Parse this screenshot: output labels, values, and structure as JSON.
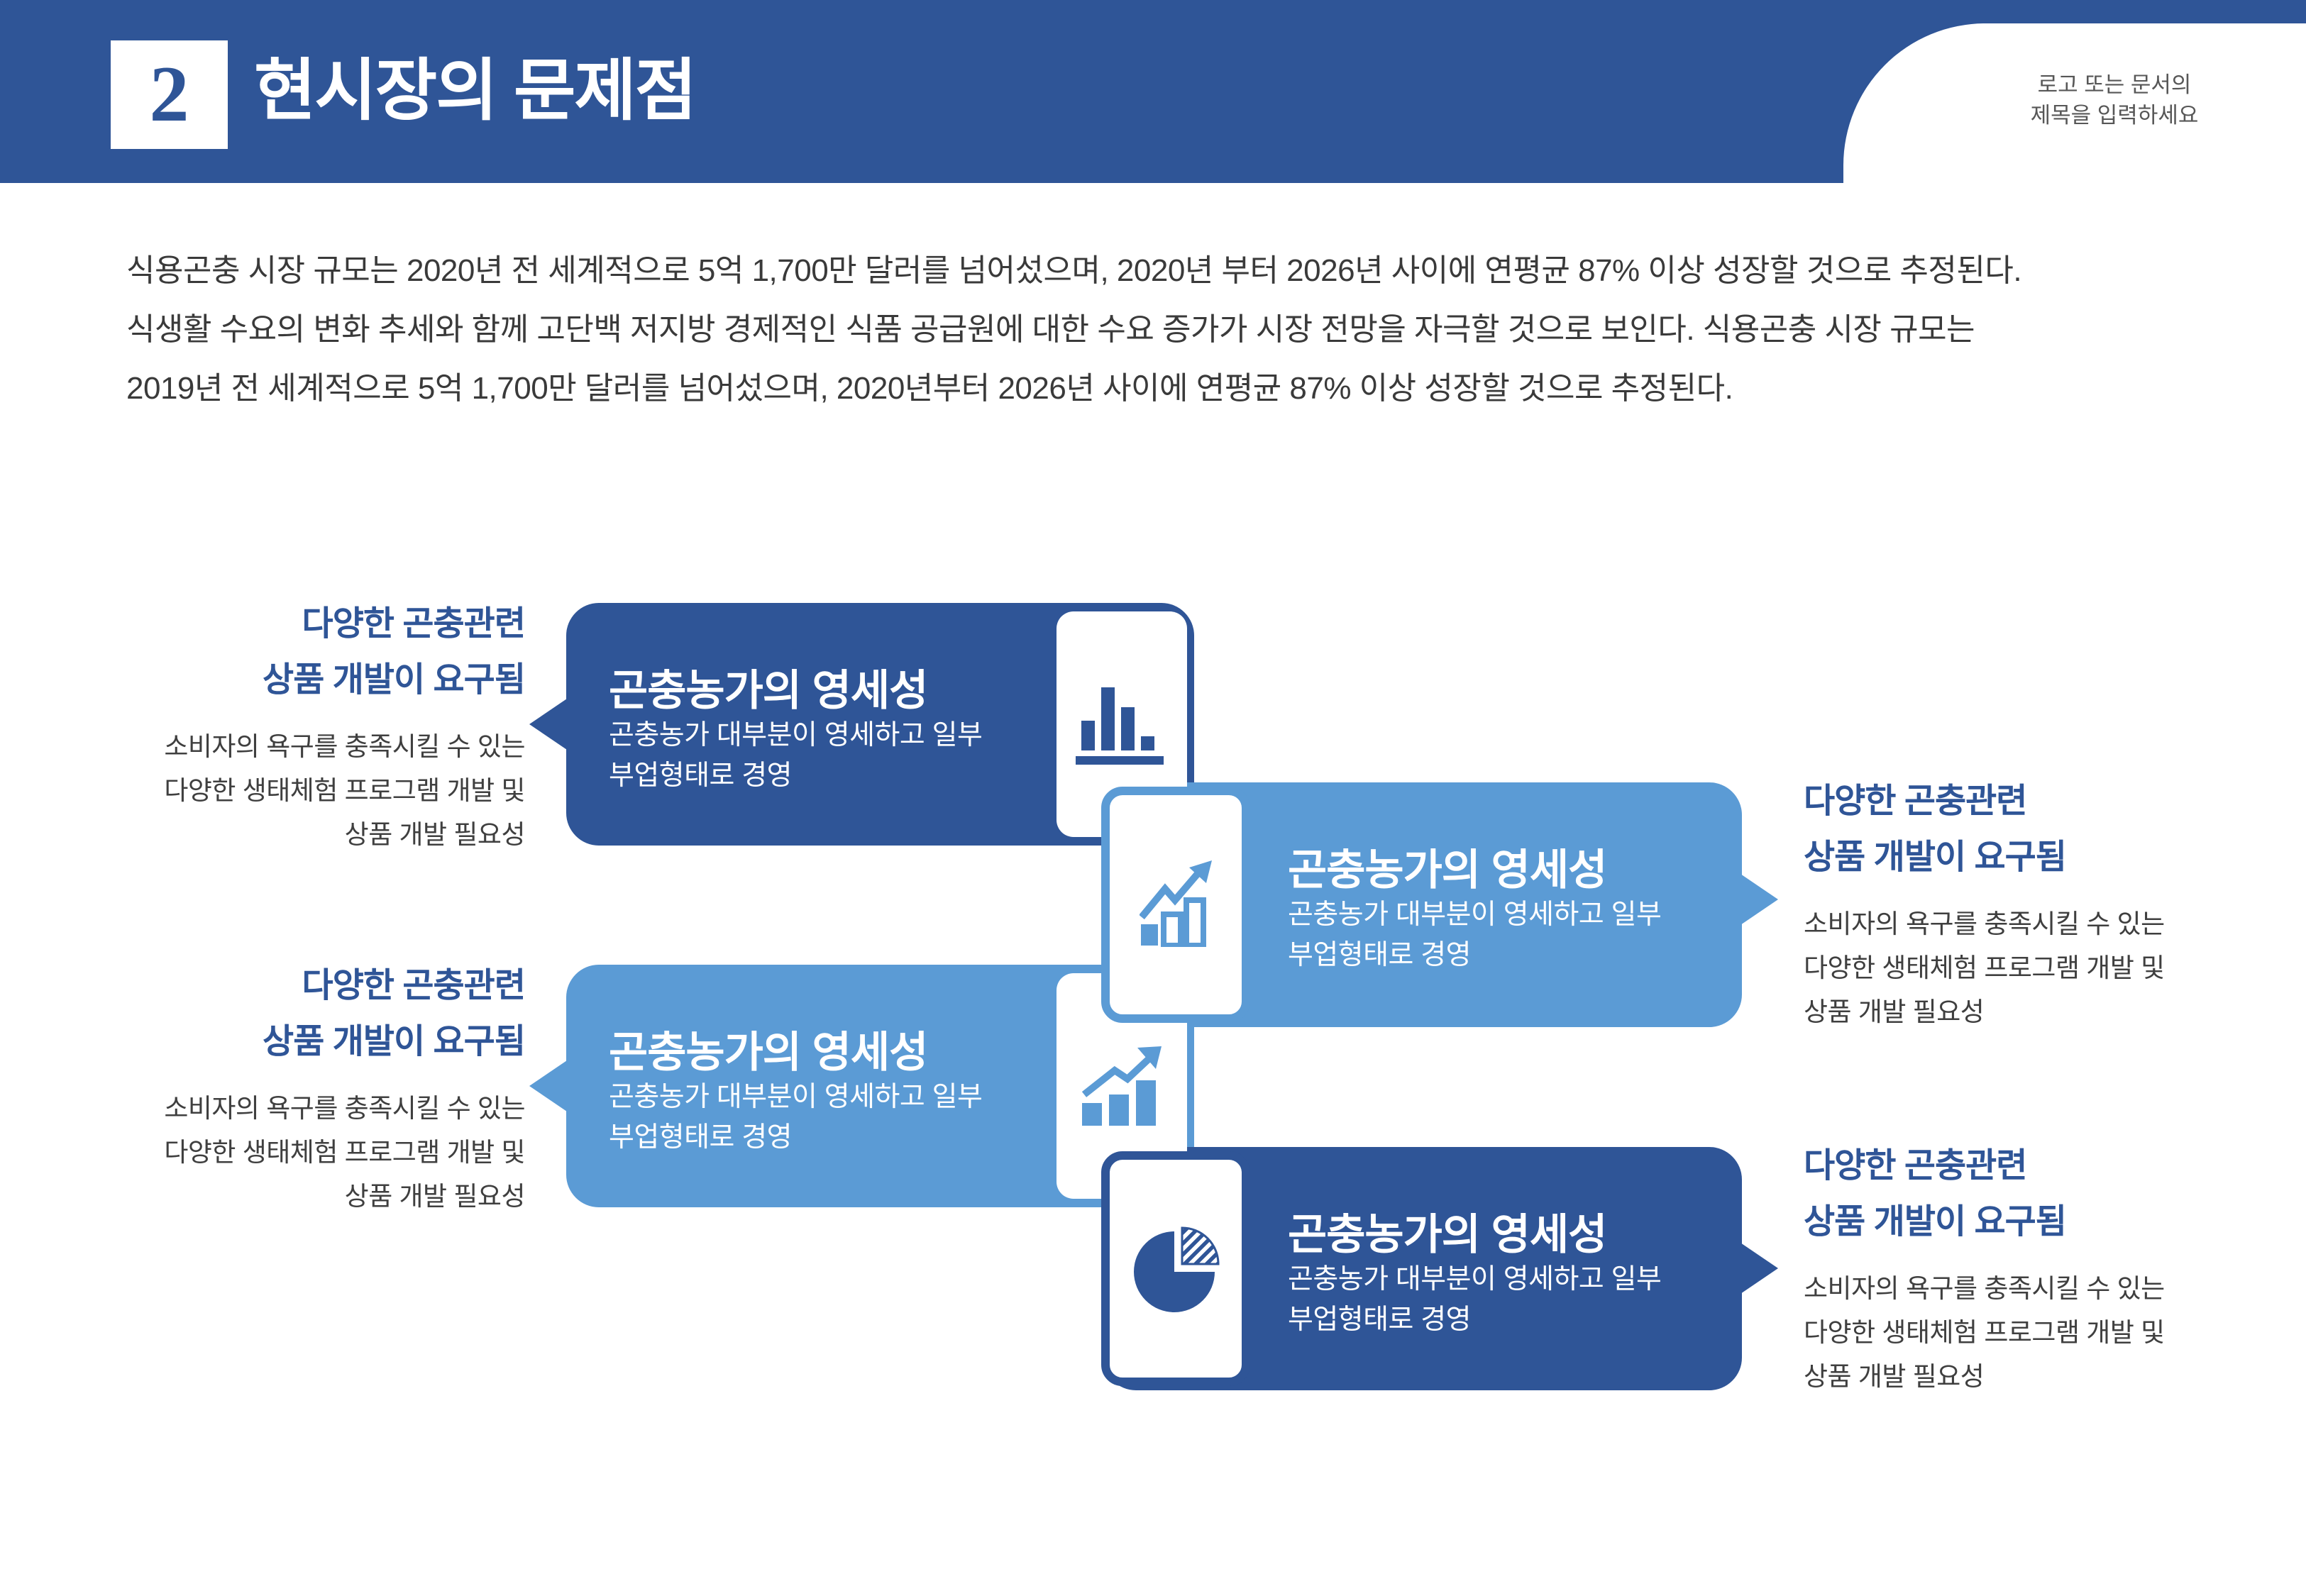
{
  "page": {
    "number": "2",
    "title": "현시장의 문제점",
    "logo_note": "로고 또는 문서의\n제목을 입력하세요"
  },
  "colors": {
    "dark_blue": "#2F5597",
    "light_blue": "#5B9BD5",
    "body_text": "#3a3a3a",
    "note_text": "#3f3f3f",
    "logo_note_text": "#575757"
  },
  "intro": {
    "line1": "식용곤충 시장 규모는 2020년 전 세계적으로 5억 1,700만 달러를 넘어섰으며, 2020년 부터 2026년 사이에 연평균 87% 이상 성장할 것으로 추정된다.",
    "line2": "식생활 수요의 변화 추세와 함께 고단백 저지방 경제적인 식품 공급원에 대한 수요 증가가 시장 전망을 자극할 것으로 보인다. 식용곤충 시장 규모는",
    "line3": "2019년 전 세계적으로 5억 1,700만 달러를 넘어섰으며, 2020년부터 2026년 사이에 연평균 87% 이상 성장할 것으로 추정된다."
  },
  "callouts": [
    {
      "theme": "dark",
      "icon": "bar-chart-icon",
      "title": "곤충농가의 영세성",
      "desc": "곤충농가 대부분이 영세하고 일부\n부업형태로 경영",
      "note_side": "left",
      "note_title": "다양한 곤충관련\n상품 개발이 요구됨",
      "note_body": "소비자의 욕구를 충족시킬 수 있는\n다양한 생태체험 프로그램 개발 및\n상품 개발 필요성"
    },
    {
      "theme": "light",
      "icon": "line-growth-arrow-icon",
      "title": "곤충농가의 영세성",
      "desc": "곤충농가 대부분이 영세하고 일부\n부업형태로 경영",
      "note_side": "right",
      "note_title": "다양한 곤충관련\n상품 개발이 요구됨",
      "note_body": "소비자의 욕구를 충족시킬 수 있는\n다양한 생태체험 프로그램 개발 및\n상품 개발 필요성"
    },
    {
      "theme": "light",
      "icon": "bar-growth-arrow-icon",
      "title": "곤충농가의 영세성",
      "desc": "곤충농가 대부분이 영세하고 일부\n부업형태로 경영",
      "note_side": "left",
      "note_title": "다양한 곤충관련\n상품 개발이 요구됨",
      "note_body": "소비자의 욕구를 충족시킬 수 있는\n다양한 생태체험 프로그램 개발 및\n상품 개발 필요성"
    },
    {
      "theme": "dark",
      "icon": "pie-chart-icon",
      "title": "곤충농가의 영세성",
      "desc": "곤충농가 대부분이 영세하고 일부\n부업형태로 경영",
      "note_side": "right",
      "note_title": "다양한 곤충관련\n상품 개발이 요구됨",
      "note_body": "소비자의 욕구를 충족시킬 수 있는\n다양한 생태체험 프로그램 개발 및\n상품 개발 필요성"
    }
  ]
}
